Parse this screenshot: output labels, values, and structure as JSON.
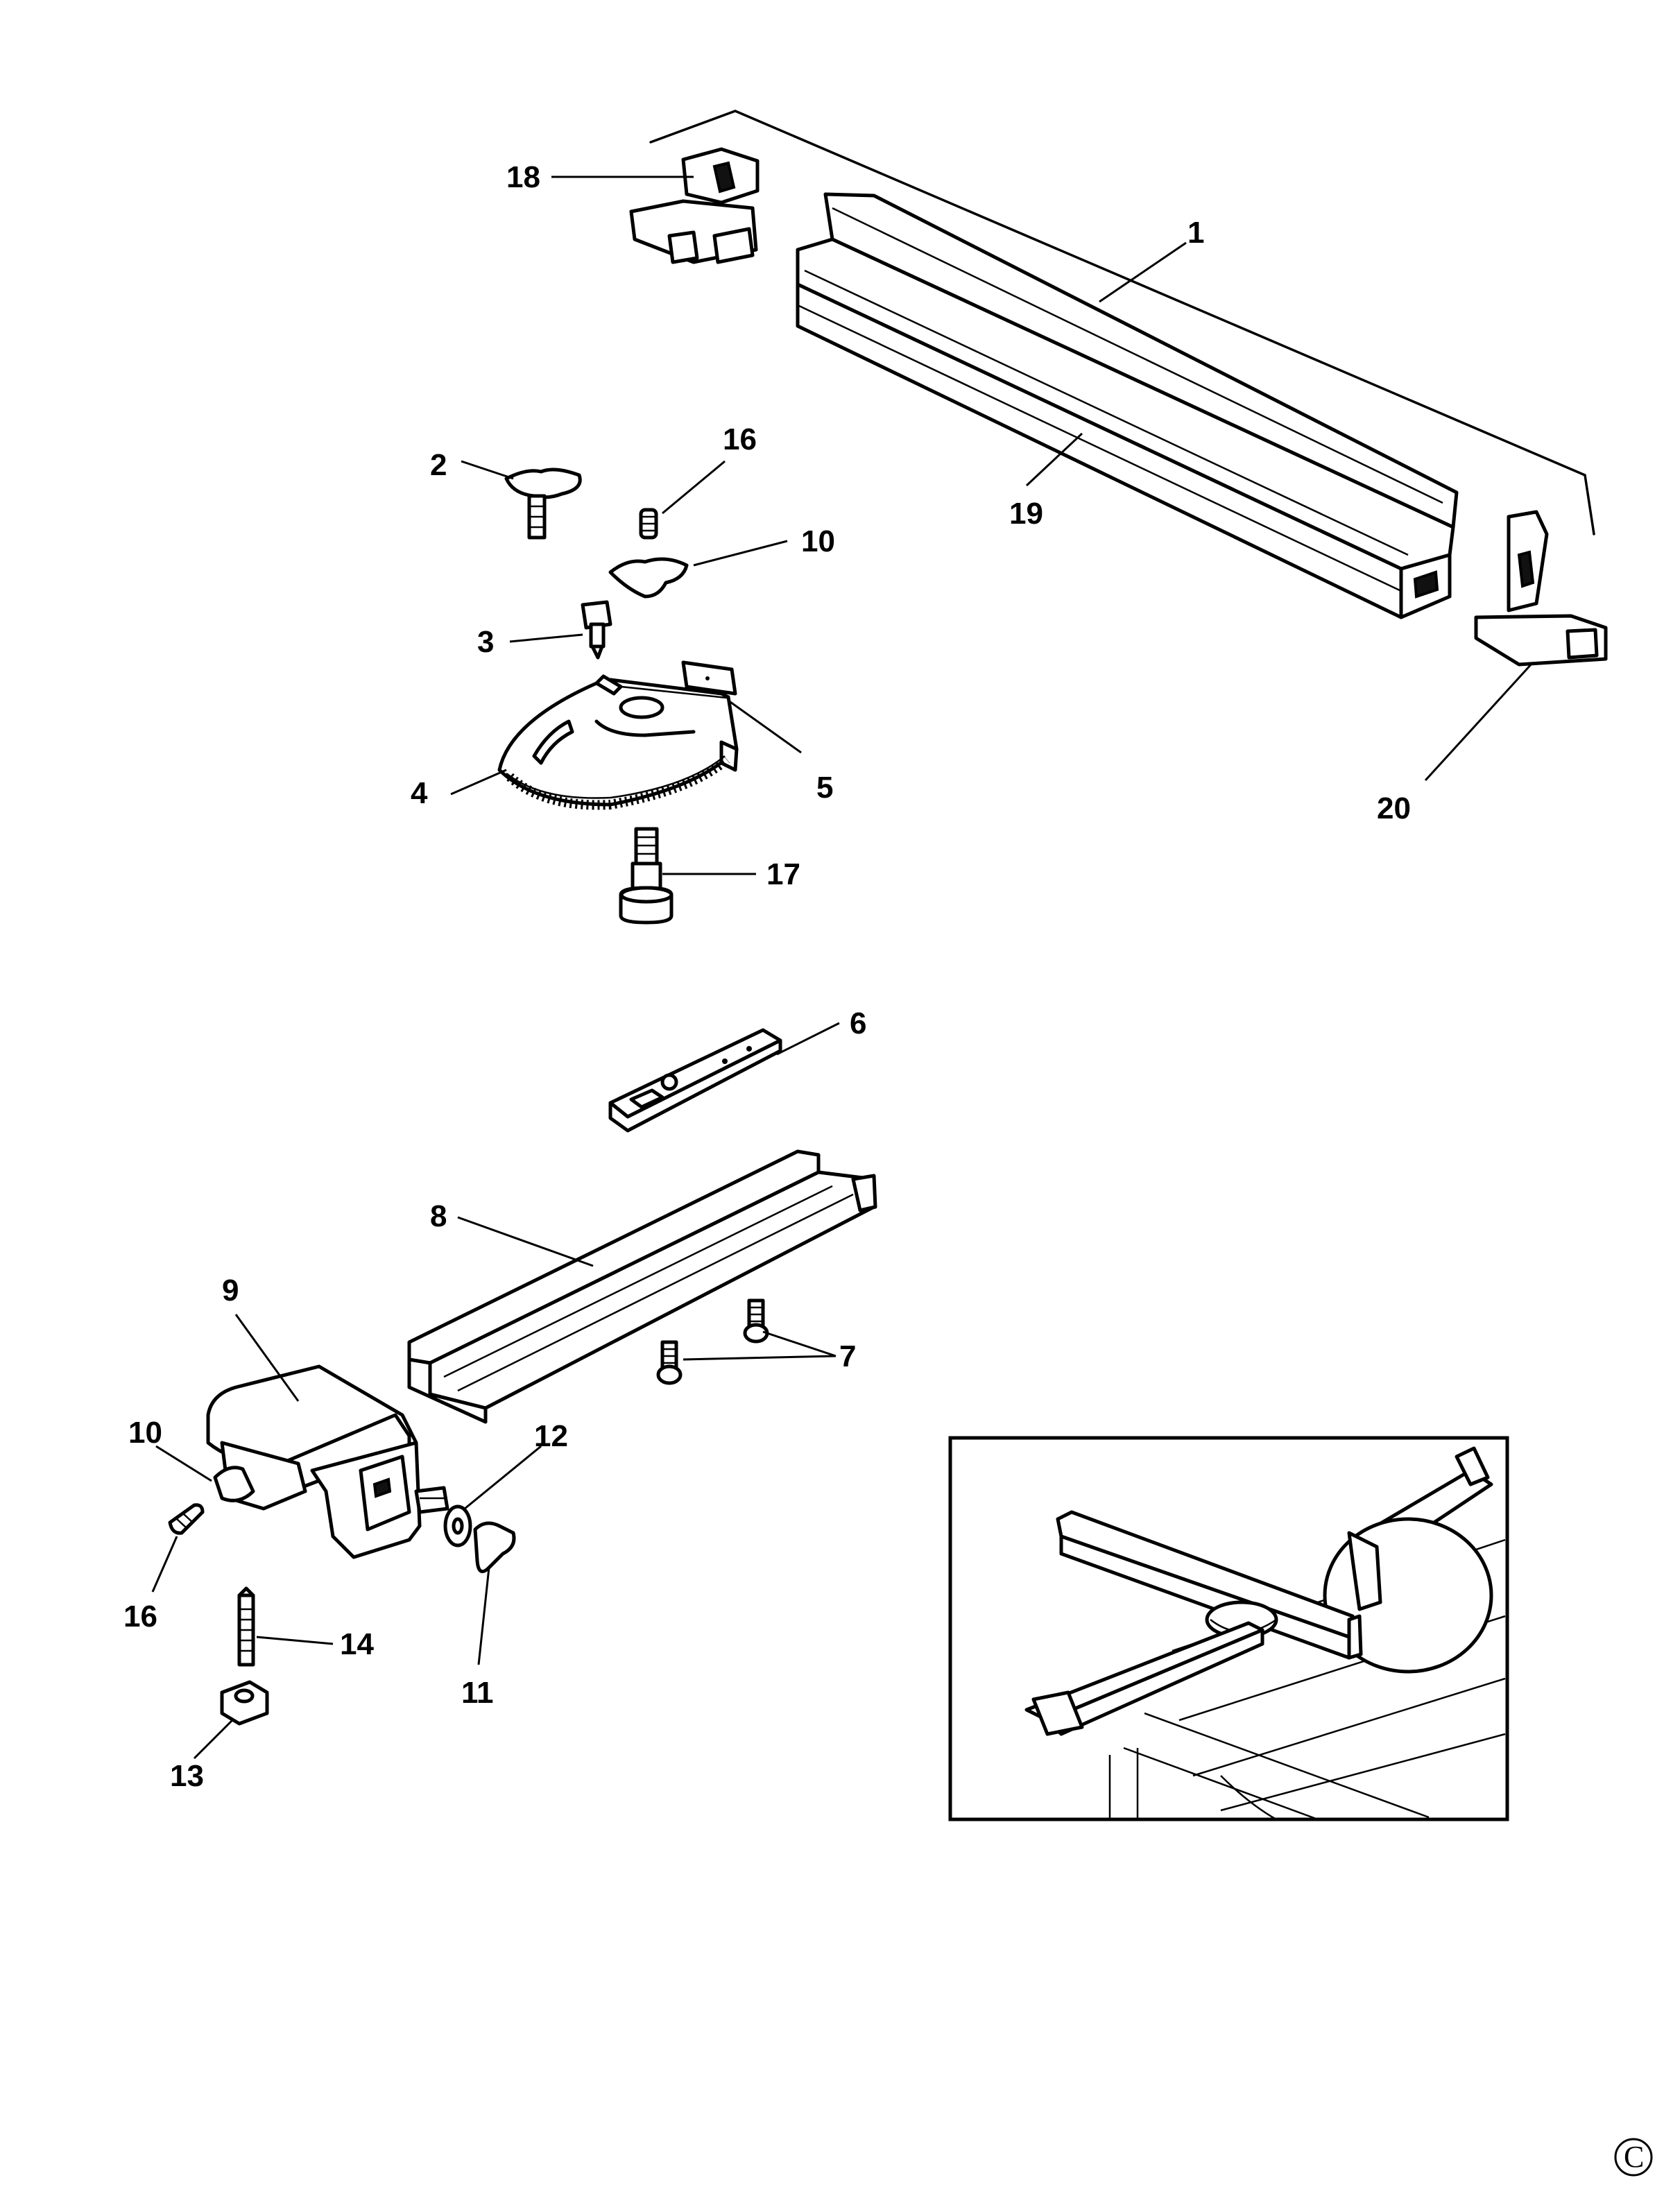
{
  "callouts": {
    "c1": "1",
    "c2": "2",
    "c3": "3",
    "c4": "4",
    "c5": "5",
    "c6": "6",
    "c7": "7",
    "c8": "8",
    "c9": "9",
    "c10a": "10",
    "c10b": "10",
    "c11": "11",
    "c12": "12",
    "c13": "13",
    "c14": "14",
    "c16a": "16",
    "c16b": "16",
    "c17": "17",
    "c18": "18",
    "c19": "19",
    "c20": "20"
  },
  "copyright_mark": "C"
}
